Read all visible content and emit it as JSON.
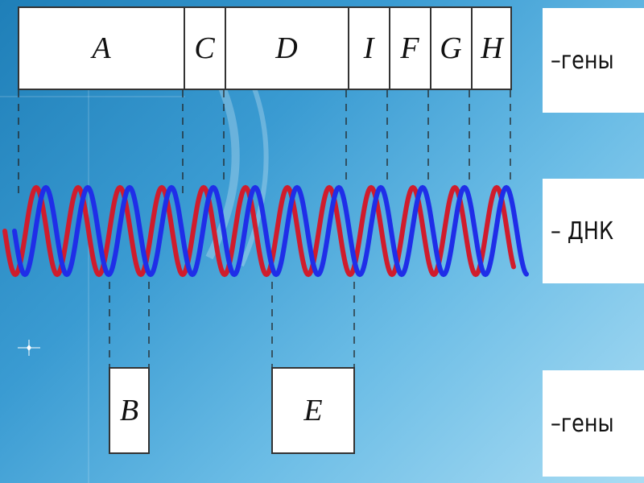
{
  "top_genes": [
    "A",
    "C",
    "D",
    "I",
    "F",
    "G",
    "H"
  ],
  "bottom_genes": [
    "B",
    "E"
  ],
  "labels": {
    "top": "–гены",
    "middle": "– ДНК",
    "bottom": "–гены"
  },
  "colors": {
    "strand1": "#d01c2c",
    "strand2": "#1f2ee8",
    "background_start": "#1f7fb8",
    "background_end": "#a9dcf3"
  }
}
